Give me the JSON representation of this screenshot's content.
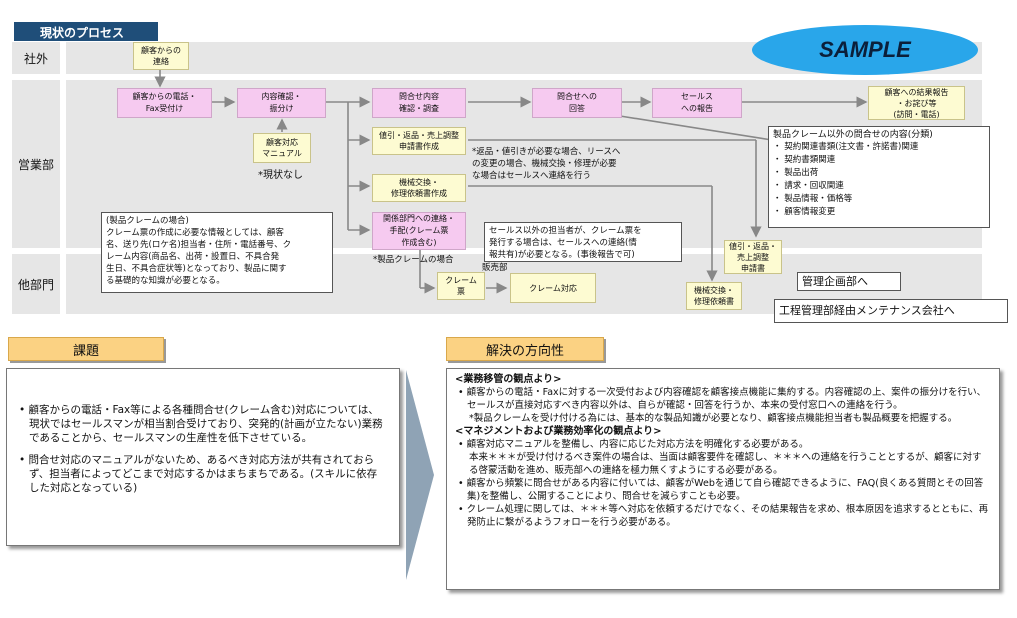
{
  "title": "現状のプロセス",
  "sample": "SAMPLE",
  "lanes": [
    "社外",
    "営業部",
    "他部門"
  ],
  "boxes": {
    "customer_contact": "顧客からの\n連絡",
    "phone_fax": "顧客からの電話・\nFax受付け",
    "content_check": "内容確認・\n振分け",
    "manual": "顧客対応\nマニュアル",
    "no_status": "*現状なし",
    "inquiry_check": "問合せ内容\n確認・調査",
    "reply": "問合せへの\n回答",
    "sales_report": "セールス\nへの報告",
    "result_report": "顧客への結果報告\n・お詫び等\n(訪問・電話)",
    "discount_request": "値引・返品・売上調整\n申請書作成",
    "repair_request": "機械交換・\n修理依頼書作成",
    "contact_dept": "関係部門への連絡・\n手配(クレーム票\n作成含む)",
    "claim_slip": "クレーム\n票",
    "claim_handling": "クレーム対応",
    "discount_slip": "値引・返品・\n売上調整\n申請書",
    "repair_slip": "機械交換・\n修理依頼書"
  },
  "notes": {
    "return_note": "*返品・値引きが必要な場合、リースへ\nの変更の場合、機械交換・修理が必要\nな場合はセールスへ連絡を行う",
    "claim_note": "(製品クレームの場合)\nクレーム票の作成に必要な情報としては、顧客\n名、送り先(ロケ名)担当者・住所・電話番号、ク\nレーム内容(商品名、出荷・設置日、不具合発\n生日、不具合症状等)となっており、製品に関す\nる基礎的な知識が必要となる。",
    "other_staff_note": "セールス以外の担当者が、クレーム票を\n発行する場合は、セールスへの連絡(情\n報共有)が必要となる。(事後報告で可)",
    "claim_case": "*製品クレームの場合",
    "sales_dept": "販売部",
    "planning_dept": "管理企画部へ",
    "maintenance": "工程管理部経由メンテナンス会社へ"
  },
  "inquiry_list": {
    "head": "製品クレーム以外の問合せの内容(分類)",
    "items": [
      "契約関連書類(注文書・許諾書)関連",
      "契約書類関連",
      "製品出荷",
      "請求・回収関連",
      "製品情報・価格等",
      "顧客情報変更"
    ]
  },
  "issues": {
    "head": "課題",
    "items": [
      "顧客からの電話・Fax等による各種問合せ(クレーム含む)対応については、現状ではセールスマンが相当割合受けており、突発的(計画が立たない)業務であることから、セールスマンの生産性を低下させている。",
      "問合せ対応のマニュアルがないため、あるべき対応方法が共有されておらず、担当者によってどこまで対応するかはまちまちである。(スキルに依存した対応となっている)"
    ]
  },
  "solution": {
    "head": "解決の方向性",
    "s1_head": "<業務移管の観点より>",
    "s1_b1": "顧客からの電話・Faxに対する一次受付および内容確認を顧客接点機能に集約する。内容確認の上、案件の振分けを行い、セールスが直接対応すべき内容以外は、自らが確認・回答を行うか、本来の受付窓口への連絡を行う。",
    "s1_n1": "*製品クレームを受け付ける為には、基本的な製品知識が必要となり、顧客接点機能担当者も製品概要を把握する。",
    "s2_head": "<マネジメントおよび業務効率化の観点より>",
    "s2_b1": "顧客対応マニュアルを整備し、内容に応じた対応方法を明確化する必要がある。",
    "s2_n1": "本来＊＊＊が受け付けるべき案件の場合は、当面は顧客要件を確認し、＊＊＊への連絡を行うこととするが、顧客に対する啓蒙活動を進め、販売部への連絡を極力無くすようにする必要がある。",
    "s2_b2": "顧客から頻繁に問合せがある内容に付いては、顧客がWebを通じて自ら確認できるように、FAQ(良くある質問とその回答集)を整備し、公開することにより、問合せを減らすことも必要。",
    "s2_b3": "クレーム処理に関しては、＊＊＊等へ対応を依頼するだけでなく、その結果報告を求め、根本原因を追求するとともに、再発防止に繋がるようフォローを行う必要がある。"
  }
}
